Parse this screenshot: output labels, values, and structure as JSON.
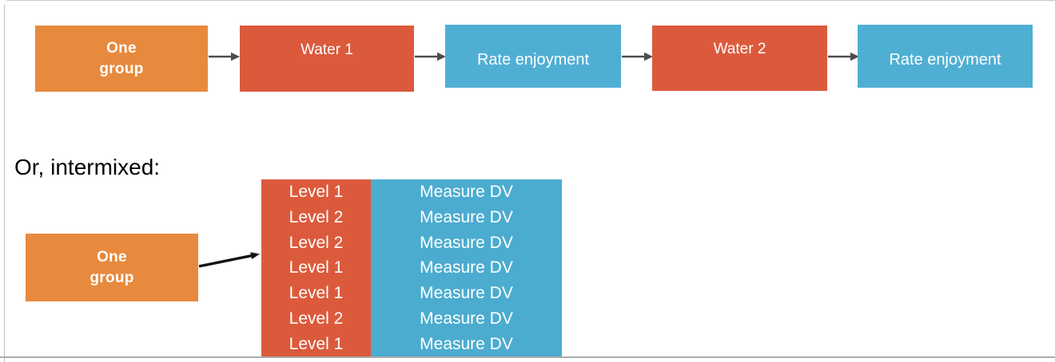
{
  "colors": {
    "orange": "#e78a3e",
    "red": "#dc5a3c",
    "blue": "#4fafd3",
    "arrow_gray": "#4d4d4d",
    "arrow_black": "#141414",
    "frame_gray": "#bfbfbf"
  },
  "top_flow": {
    "steps": [
      {
        "type": "group",
        "lines": [
          "One",
          "group"
        ]
      },
      {
        "type": "condition",
        "label": "Water 1"
      },
      {
        "type": "measure",
        "label": "Rate enjoyment"
      },
      {
        "type": "condition",
        "label": "Water 2"
      },
      {
        "type": "measure",
        "label": "Rate enjoyment"
      }
    ],
    "arrow_icon": "right-arrow"
  },
  "intermixed": {
    "heading": "Or, intermixed:",
    "group_box": {
      "lines": [
        "One",
        "group"
      ]
    },
    "table": {
      "rows": [
        {
          "level": "Level 1",
          "measure": "Measure DV"
        },
        {
          "level": "Level 2",
          "measure": "Measure DV"
        },
        {
          "level": "Level 2",
          "measure": "Measure DV"
        },
        {
          "level": "Level 1",
          "measure": "Measure DV"
        },
        {
          "level": "Level 1",
          "measure": "Measure DV"
        },
        {
          "level": "Level 2",
          "measure": "Measure DV"
        },
        {
          "level": "Level 1",
          "measure": "Measure DV"
        }
      ]
    }
  }
}
